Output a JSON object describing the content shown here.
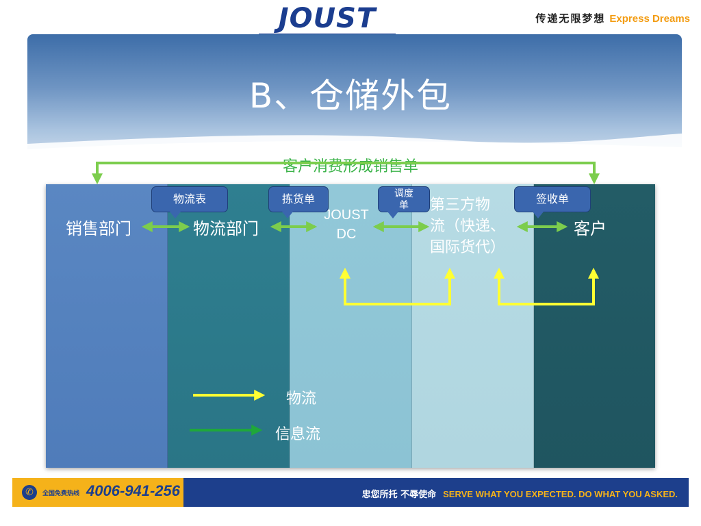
{
  "header": {
    "logo_text": "JOUST",
    "slogan_cn": "传递无限梦想",
    "slogan_en": "Express Dreams"
  },
  "title": "B、仓储外包",
  "diagram": {
    "top_flow_label": "客户消费形成销售单",
    "nodes": {
      "sales": "销售部门",
      "logistics": "物流部门",
      "dc_line1": "JOUST",
      "dc_line2": "DC",
      "third_line1": "第三方物",
      "third_line2": "流（快递、",
      "third_line3": "国际货代）",
      "customer": "客户"
    },
    "documents": {
      "logistics_table": "物流表",
      "picking_list": "拣货单",
      "dispatch_line1": "调度",
      "dispatch_line2": "单",
      "receipt": "签收单"
    },
    "legend": {
      "physical": "物流",
      "information": "信息流"
    },
    "colors": {
      "information_flow": "#7ccd4d",
      "physical_flow": "#ffff33",
      "col_sales": "#5a87c2",
      "col_logistics": "#2f7f90",
      "col_dc": "#92c8d8",
      "col_third": "#b6dbe4",
      "col_customer": "#235c66"
    }
  },
  "footer": {
    "hotline_label": "全国免费热线",
    "hotline_number": "4006-941-256",
    "motto_cn": "忠您所托 不辱使命",
    "motto_en": "SERVE WHAT YOU EXPECTED. DO WHAT YOU ASKED."
  }
}
